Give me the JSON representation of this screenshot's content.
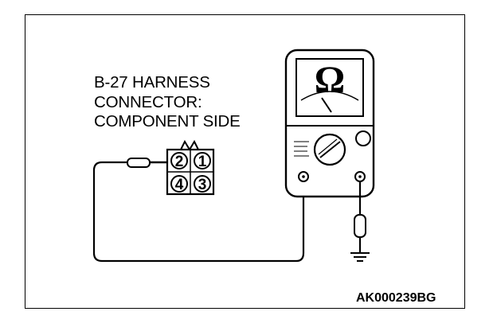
{
  "callout": {
    "line1": "B-27 HARNESS",
    "line2": "CONNECTOR:",
    "line3": "COMPONENT SIDE"
  },
  "connector": {
    "pins": [
      "2",
      "1",
      "4",
      "3"
    ]
  },
  "meter": {
    "symbol": "Ω",
    "icon": "ohmmeter-icon"
  },
  "figure_code": "AK000239BG",
  "icons": {
    "ground": "ground-symbol-icon",
    "probe": "test-probe-icon"
  }
}
